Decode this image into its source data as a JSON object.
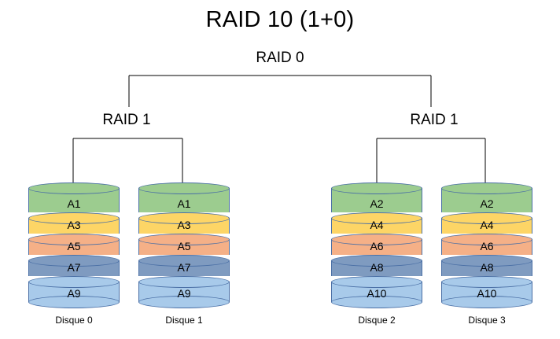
{
  "title": "RAID 10 (1+0)",
  "tree": {
    "root_label": "RAID 0",
    "group_left_label": "RAID 1",
    "group_right_label": "RAID 1"
  },
  "colors": {
    "band_green": "#9ccc8f",
    "band_yellow": "#fdd566",
    "band_orange": "#f5b087",
    "band_slate": "#7f9bc0",
    "band_blue": "#a8caea",
    "stroke": "#4a6fa5",
    "line": "#000000",
    "background": "#ffffff",
    "text": "#000000"
  },
  "disks": [
    {
      "caption": "Disque 0",
      "bands": [
        {
          "label": "A1",
          "color_key": "band_green"
        },
        {
          "label": "A3",
          "color_key": "band_yellow"
        },
        {
          "label": "A5",
          "color_key": "band_orange"
        },
        {
          "label": "A7",
          "color_key": "band_slate"
        },
        {
          "label": "A9",
          "color_key": "band_blue"
        }
      ]
    },
    {
      "caption": "Disque 1",
      "bands": [
        {
          "label": "A1",
          "color_key": "band_green"
        },
        {
          "label": "A3",
          "color_key": "band_yellow"
        },
        {
          "label": "A5",
          "color_key": "band_orange"
        },
        {
          "label": "A7",
          "color_key": "band_slate"
        },
        {
          "label": "A9",
          "color_key": "band_blue"
        }
      ]
    },
    {
      "caption": "Disque 2",
      "bands": [
        {
          "label": "A2",
          "color_key": "band_green"
        },
        {
          "label": "A4",
          "color_key": "band_yellow"
        },
        {
          "label": "A6",
          "color_key": "band_orange"
        },
        {
          "label": "A8",
          "color_key": "band_slate"
        },
        {
          "label": "A10",
          "color_key": "band_blue"
        }
      ]
    },
    {
      "caption": "Disque 3",
      "bands": [
        {
          "label": "A2",
          "color_key": "band_green"
        },
        {
          "label": "A4",
          "color_key": "band_yellow"
        },
        {
          "label": "A6",
          "color_key": "band_orange"
        },
        {
          "label": "A8",
          "color_key": "band_slate"
        },
        {
          "label": "A10",
          "color_key": "band_blue"
        }
      ]
    }
  ]
}
